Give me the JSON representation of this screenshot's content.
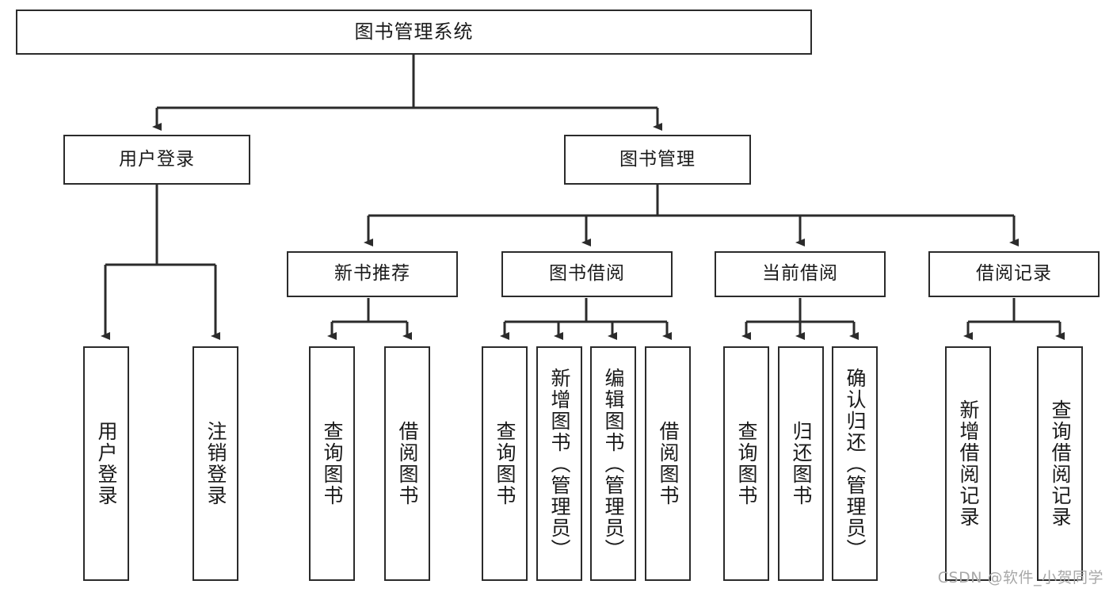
{
  "diagram": {
    "title": "图书管理系统",
    "root": {
      "label": "图书管理系统"
    },
    "level1": [
      {
        "label": "用户登录"
      },
      {
        "label": "图书管理"
      }
    ],
    "level2": [
      {
        "label": "新书推荐"
      },
      {
        "label": "图书借阅"
      },
      {
        "label": "当前借阅"
      },
      {
        "label": "借阅记录"
      }
    ],
    "leaves": {
      "user_login": [
        {
          "label": "用户登录"
        },
        {
          "label": "注销登录"
        }
      ],
      "new_book": [
        {
          "label": "查询图书"
        },
        {
          "label": "借阅图书"
        }
      ],
      "book_borrow": [
        {
          "label": "查询图书"
        },
        {
          "label": "新增图书（管理员）"
        },
        {
          "label": "编辑图书（管理员）"
        },
        {
          "label": "借阅图书"
        }
      ],
      "current_borrow": [
        {
          "label": "查询图书"
        },
        {
          "label": "归还图书"
        },
        {
          "label": "确认归还（管理员）"
        }
      ],
      "borrow_record": [
        {
          "label": "新增借阅记录"
        },
        {
          "label": "查询借阅记录"
        }
      ]
    },
    "watermark": "CSDN @软件_小贺同学",
    "colors": {
      "stroke": "#2b2b2b",
      "fill": "#ffffff",
      "text": "#1a1a1a",
      "watermark": "#a8a8a8"
    }
  }
}
